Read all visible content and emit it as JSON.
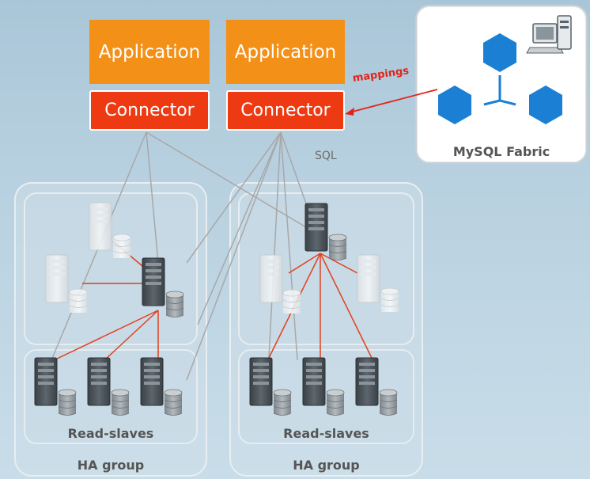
{
  "apps": [
    {
      "label": "Application"
    },
    {
      "label": "Application"
    }
  ],
  "connectors": [
    {
      "label": "Connector"
    },
    {
      "label": "Connector"
    }
  ],
  "fabric": {
    "label": "MySQL Fabric"
  },
  "mappings_label": "mappings",
  "sql_label": "SQL",
  "groups": [
    {
      "read_slaves_label": "Read-slaves",
      "group_label": "HA group"
    },
    {
      "read_slaves_label": "Read-slaves",
      "group_label": "HA group"
    }
  ],
  "colors": {
    "application": "#f39018",
    "connector": "#ee3a12",
    "replication_line": "#e2401e",
    "query_line": "#a8a8a8",
    "fabric_hex": "#1b7fd4"
  }
}
